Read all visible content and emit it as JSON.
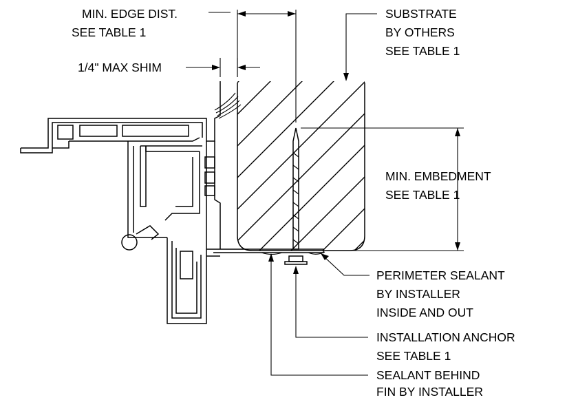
{
  "labels": {
    "min_edge_dist": [
      "MIN. EDGE DIST.",
      "SEE TABLE 1"
    ],
    "max_shim": "1/4\"  MAX SHIM",
    "substrate": [
      "SUBSTRATE",
      "BY OTHERS",
      "SEE TABLE 1"
    ],
    "min_embedment": [
      "MIN. EMBEDMENT",
      "SEE TABLE 1"
    ],
    "perimeter_sealant": [
      "PERIMETER SEALANT",
      "BY INSTALLER",
      "INSIDE AND OUT"
    ],
    "installation_anchor": [
      "INSTALLATION ANCHOR",
      "SEE TABLE 1"
    ],
    "sealant_behind_fin": [
      "SEALANT BEHIND",
      "FIN BY INSTALLER"
    ]
  }
}
